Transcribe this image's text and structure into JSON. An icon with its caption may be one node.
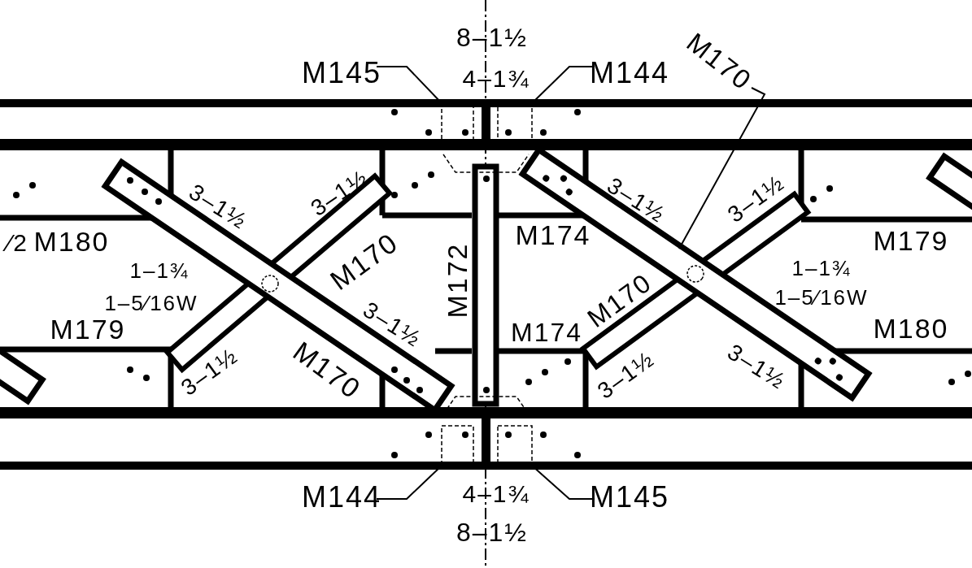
{
  "diagram": {
    "nodes": [
      {
        "text": [
          "M145"
        ]
      },
      {
        "text": [],
        "shape": "box"
      },
      {
        "text": [
          "M144"
        ]
      },
      {
        "text": [],
        "shape": "box"
      },
      {
        "text": [
          "M170"
        ]
      },
      {
        "text": [],
        "shape": "bar"
      },
      {
        "text": [
          "M144"
        ]
      },
      {
        "text": [],
        "shape": "box"
      },
      {
        "text": [
          "M145"
        ]
      },
      {
        "text": [],
        "shape": "box"
      }
    ],
    "edges": [
      {
        "from": 0,
        "to": 1,
        "arrow": "none"
      },
      {
        "from": 2,
        "to": 3,
        "arrow": "none"
      },
      {
        "from": 4,
        "to": 5,
        "arrow": "none"
      },
      {
        "from": 6,
        "to": 7,
        "arrow": "none"
      },
      {
        "from": 8,
        "to": 9,
        "arrow": "none"
      }
    ],
    "labels": [
      "8–1½",
      "4–1¾",
      "3–1½",
      "3–1½",
      "⁄2",
      "M180",
      "1–1¾",
      "1–5⁄16W",
      "M170",
      "M179",
      "M172",
      "M174",
      "3–1½",
      "M174",
      "M170",
      "3–1½",
      "M170",
      "3–1½",
      "3–1½",
      "M179",
      "1–1¾",
      "1–5⁄16W",
      "M180",
      "3–1½",
      "3–1½",
      "4–1¾",
      "8–1½"
    ]
  }
}
